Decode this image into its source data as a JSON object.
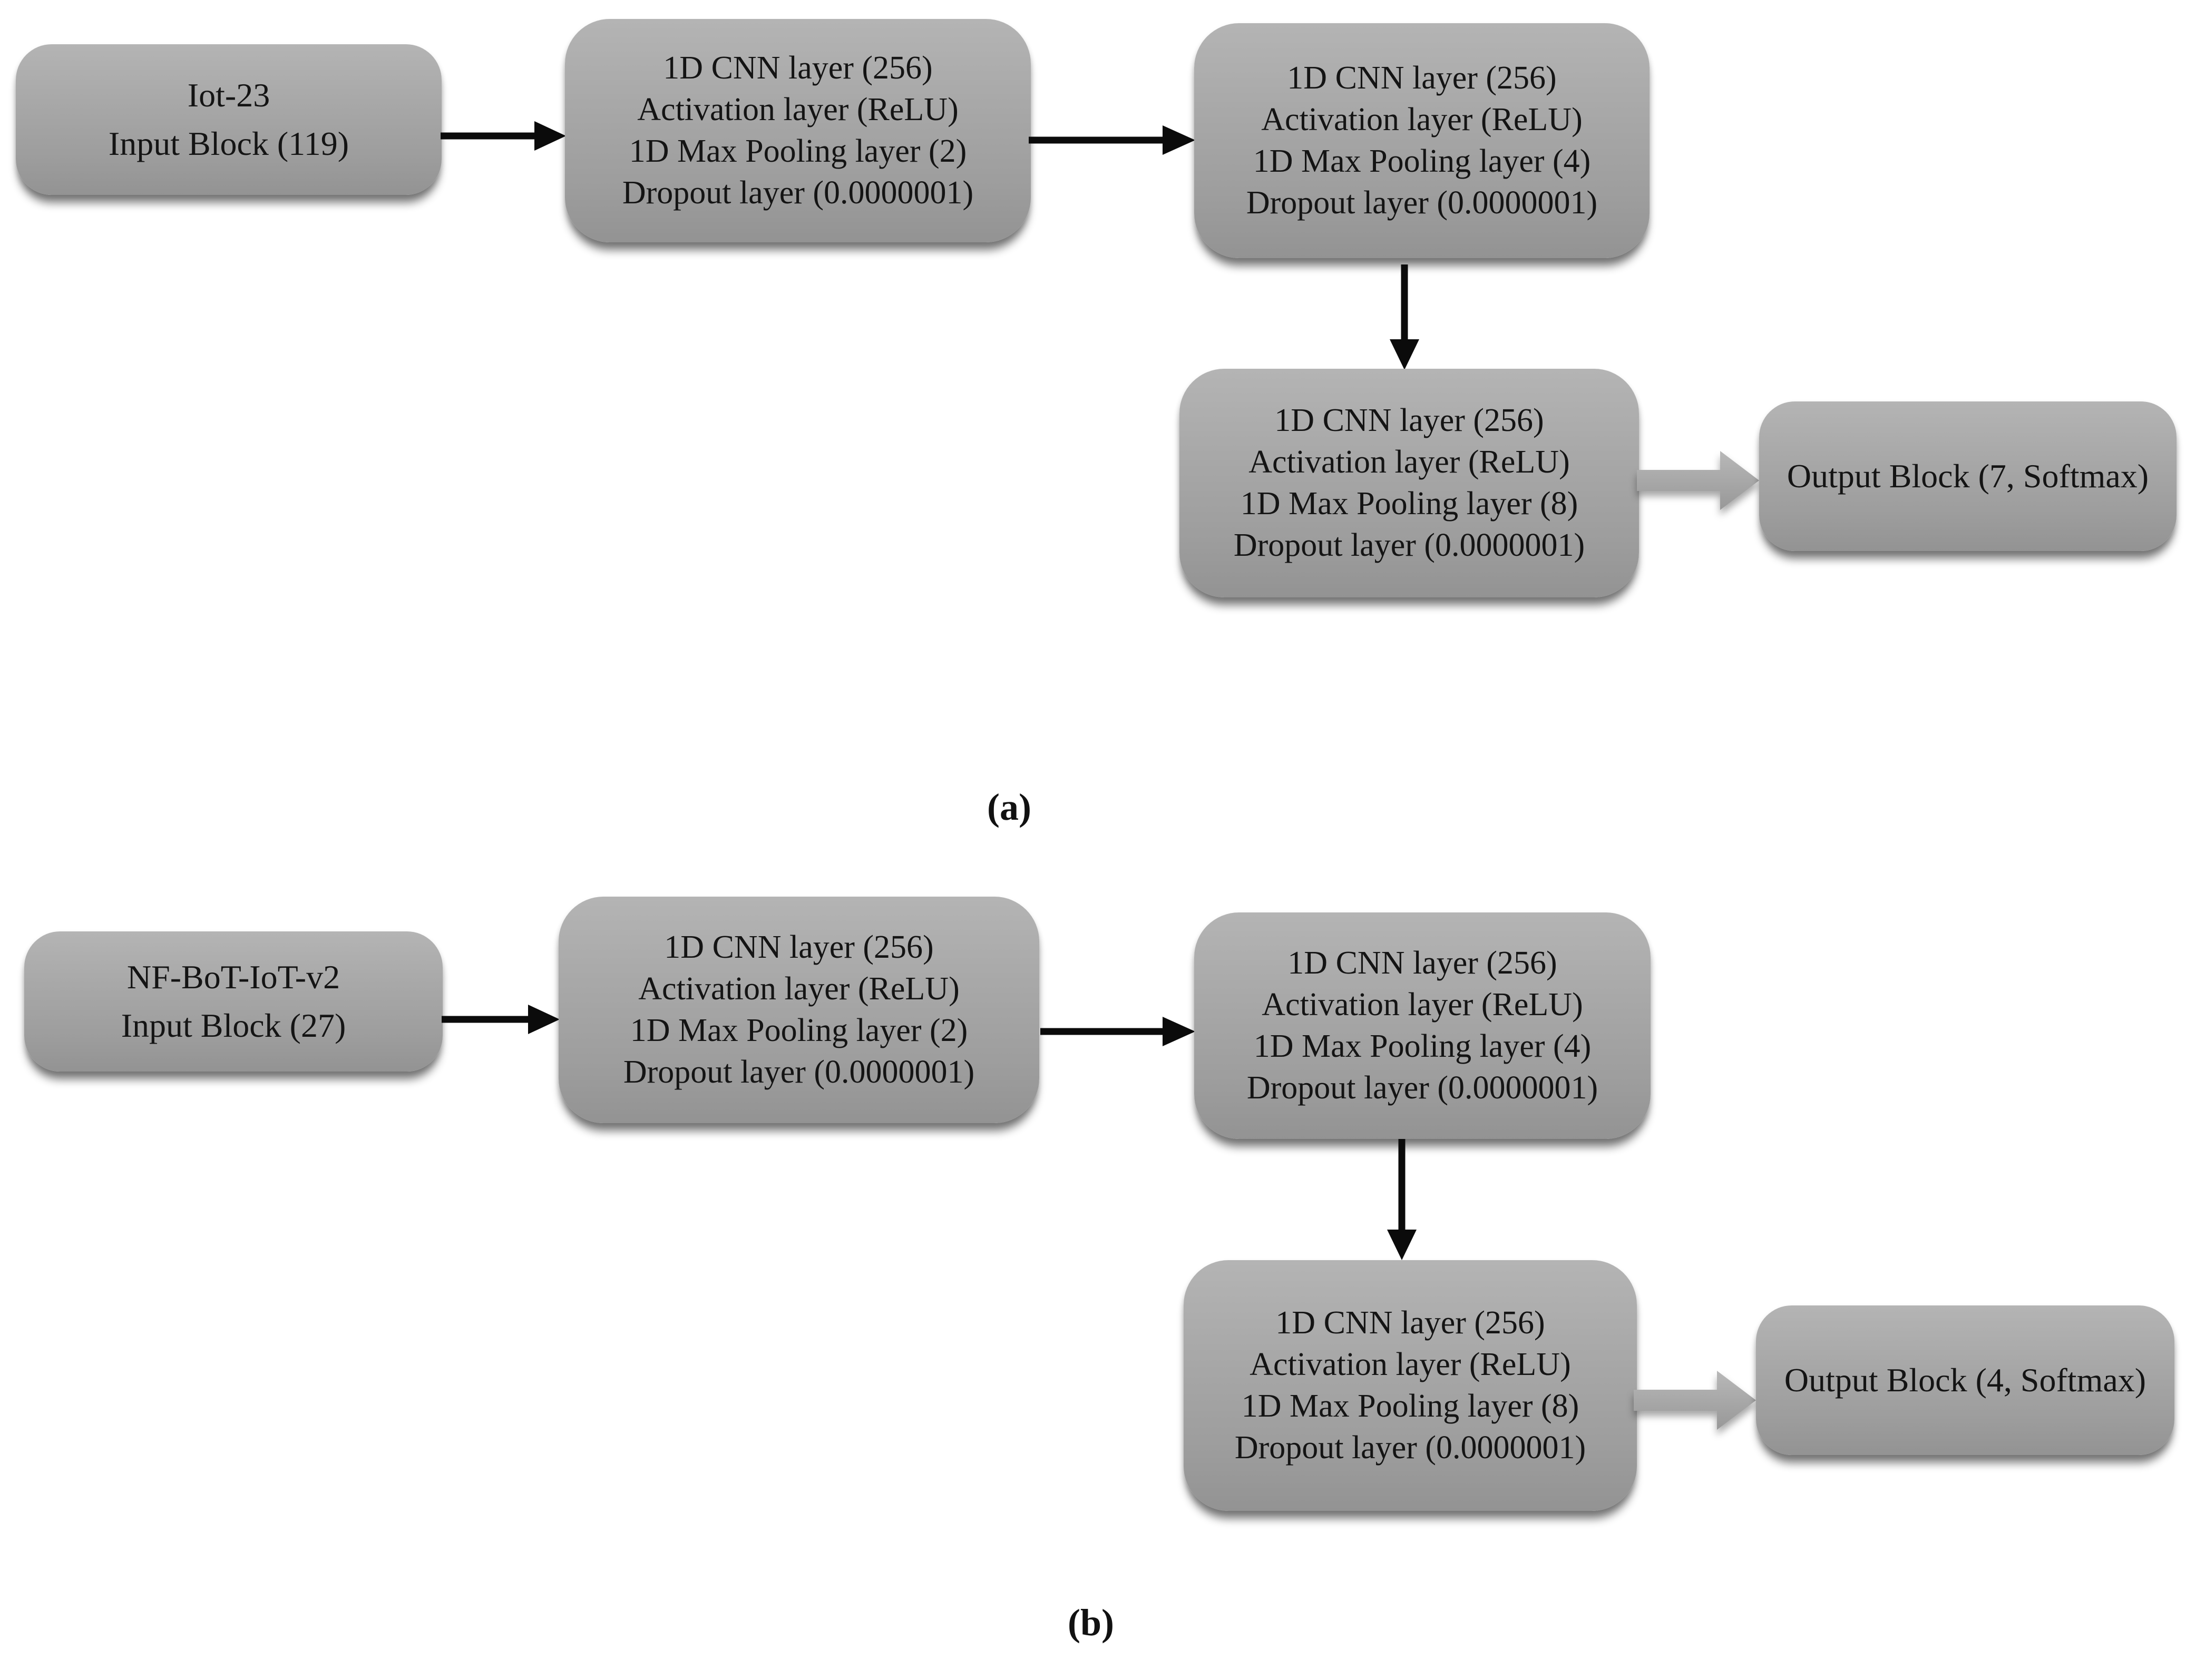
{
  "figure": {
    "colors": {
      "block_fill": "#a6a6a6",
      "block_fill_top": "#b4b4b4",
      "block_fill_bottom": "#939393",
      "black_arrow": "#0b0b0b",
      "gray_arrow": "#a9a9a9",
      "text": "#141414",
      "background": "#ffffff"
    },
    "panels": [
      {
        "id": "a",
        "caption": "(a)",
        "input_block": {
          "lines": [
            "Iot-23",
            "Input Block (119)"
          ]
        },
        "cnn_blocks": [
          {
            "lines": [
              "1D CNN layer (256)",
              "Activation layer (ReLU)",
              "1D Max Pooling layer (2)",
              "Dropout layer (0.0000001)"
            ]
          },
          {
            "lines": [
              "1D CNN layer (256)",
              "Activation layer (ReLU)",
              "1D Max Pooling layer (4)",
              "Dropout layer (0.0000001)"
            ]
          },
          {
            "lines": [
              "1D CNN layer (256)",
              "Activation layer (ReLU)",
              "1D Max Pooling layer (8)",
              "Dropout layer (0.0000001)"
            ]
          }
        ],
        "output_block": {
          "label": "Output Block (7, Softmax)"
        }
      },
      {
        "id": "b",
        "caption": "(b)",
        "input_block": {
          "lines": [
            "NF-BoT-IoT-v2",
            "Input Block (27)"
          ]
        },
        "cnn_blocks": [
          {
            "lines": [
              "1D CNN layer (256)",
              "Activation layer (ReLU)",
              "1D Max Pooling layer (2)",
              "Dropout layer (0.0000001)"
            ]
          },
          {
            "lines": [
              "1D CNN layer (256)",
              "Activation layer (ReLU)",
              "1D Max Pooling layer (4)",
              "Dropout layer (0.0000001)"
            ]
          },
          {
            "lines": [
              "1D CNN layer (256)",
              "Activation layer (ReLU)",
              "1D Max Pooling layer (8)",
              "Dropout layer (0.0000001)"
            ]
          }
        ],
        "output_block": {
          "label": "Output Block (4, Softmax)"
        }
      }
    ]
  }
}
